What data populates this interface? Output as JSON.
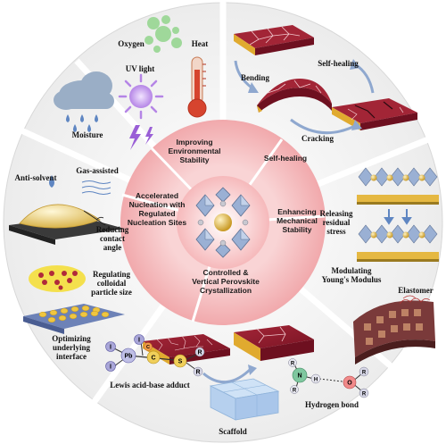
{
  "center": {
    "title": "Controlled & Vertical Perovskite Crystallization"
  },
  "ring_labels": [
    {
      "id": "env",
      "text": "Improving Environmental Stability"
    },
    {
      "id": "heal",
      "text": "Self-healing"
    },
    {
      "id": "mech",
      "text": "Enhancing Mechanical Stability"
    },
    {
      "id": "cryst",
      "text": "Controlled & Vertical Perovskite Crystallization"
    },
    {
      "id": "nucl",
      "text": "Accelerated Nucleation with Regulated Nucleation Sites"
    }
  ],
  "outer_labels": {
    "oxygen": "Oxygen",
    "heat": "Heat",
    "uv": "UV light",
    "moisture": "Moisture",
    "bending": "Bending",
    "self_healing": "Self-healing",
    "cracking": "Cracking",
    "releasing": "Releasing residual stress",
    "modulating": "Modulating Young's Modulus",
    "elastomer": "Elastomer",
    "anti_solvent": "Anti-solvent",
    "gas_assisted": "Gas-assisted",
    "reducing": "Reducing contact angle",
    "regulating": "Regulating colloidal particle size",
    "optimizing": "Optimizing underlying interface",
    "lewis": "Lewis acid-base adduct",
    "scaffold": "Scaffold",
    "hbond": "Hydrogen bond"
  },
  "molecule_letters": {
    "pb": "Pb",
    "i": "I",
    "s": "S",
    "r": "R",
    "c": "C",
    "o": "O",
    "n": "N",
    "h": "H"
  },
  "colors": {
    "ring_outer": "#f7c9cb",
    "ring_inner": "#f0a5a8",
    "outer_bg": "#f4f4f4",
    "perovskite": "#8e1d2e",
    "gold": "#e5b842",
    "octahedron": "#9ab0d4"
  }
}
